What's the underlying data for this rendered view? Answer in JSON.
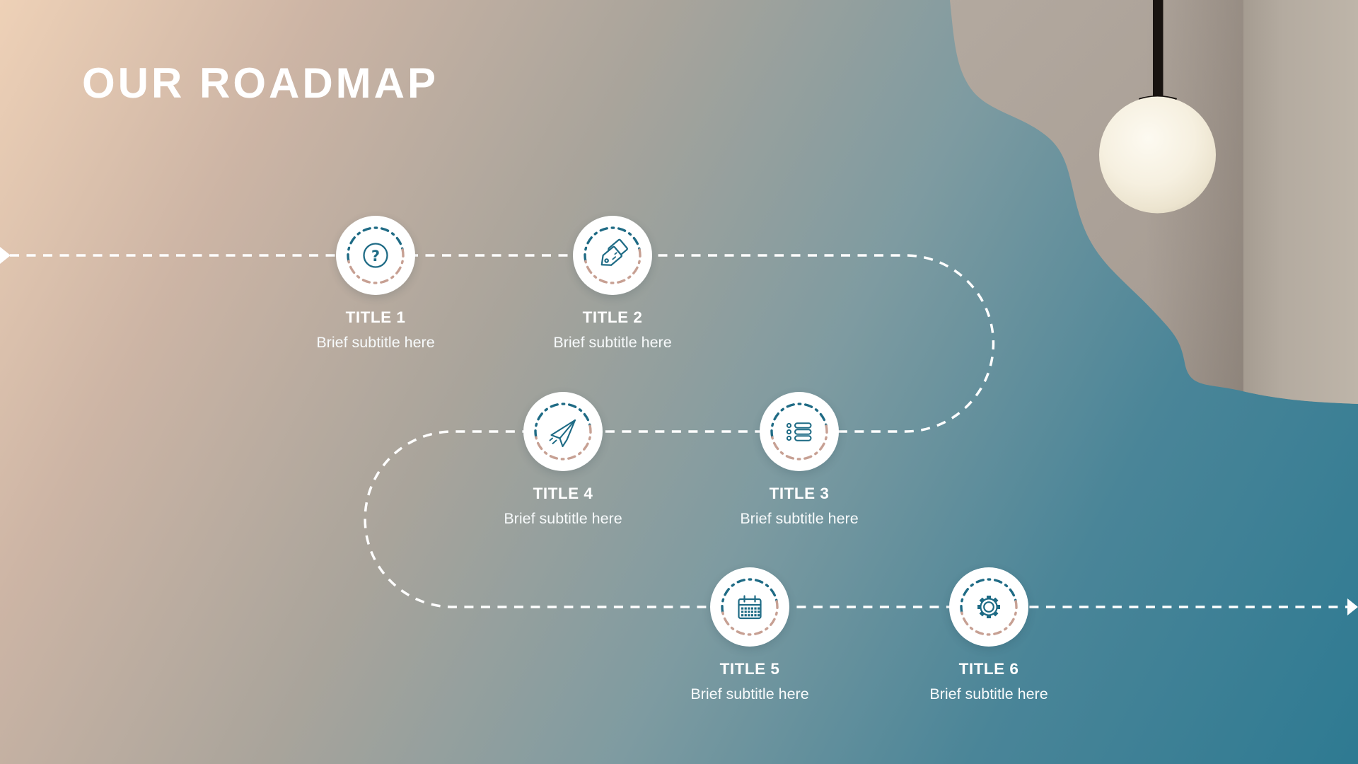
{
  "slide": {
    "title": "OUR ROADMAP"
  },
  "roadmap": {
    "milestones": [
      {
        "label": "TITLE 1",
        "subtitle": "Brief subtitle here",
        "icon": "question-icon"
      },
      {
        "label": "TITLE 2",
        "subtitle": "Brief subtitle here",
        "icon": "price-tags-icon"
      },
      {
        "label": "TITLE 3",
        "subtitle": "Brief subtitle here",
        "icon": "bullet-list-icon"
      },
      {
        "label": "TITLE 4",
        "subtitle": "Brief subtitle here",
        "icon": "paper-plane-icon"
      },
      {
        "label": "TITLE 5",
        "subtitle": "Brief subtitle here",
        "icon": "calendar-icon"
      },
      {
        "label": "TITLE 6",
        "subtitle": "Brief subtitle here",
        "icon": "gear-icon"
      }
    ]
  },
  "decor": {
    "photo": "pendant-lamp-photo"
  },
  "colors": {
    "accent_teal": "#1e6b85",
    "accent_tan": "#c7a093",
    "route_white": "#ffffff",
    "bg_peach": "#eed1b7",
    "bg_taupe": "#a9a49b",
    "bg_teal": "#2e7a92",
    "photo_wall": "#a89e95",
    "lamp_bulb": "#f6f0e0"
  }
}
